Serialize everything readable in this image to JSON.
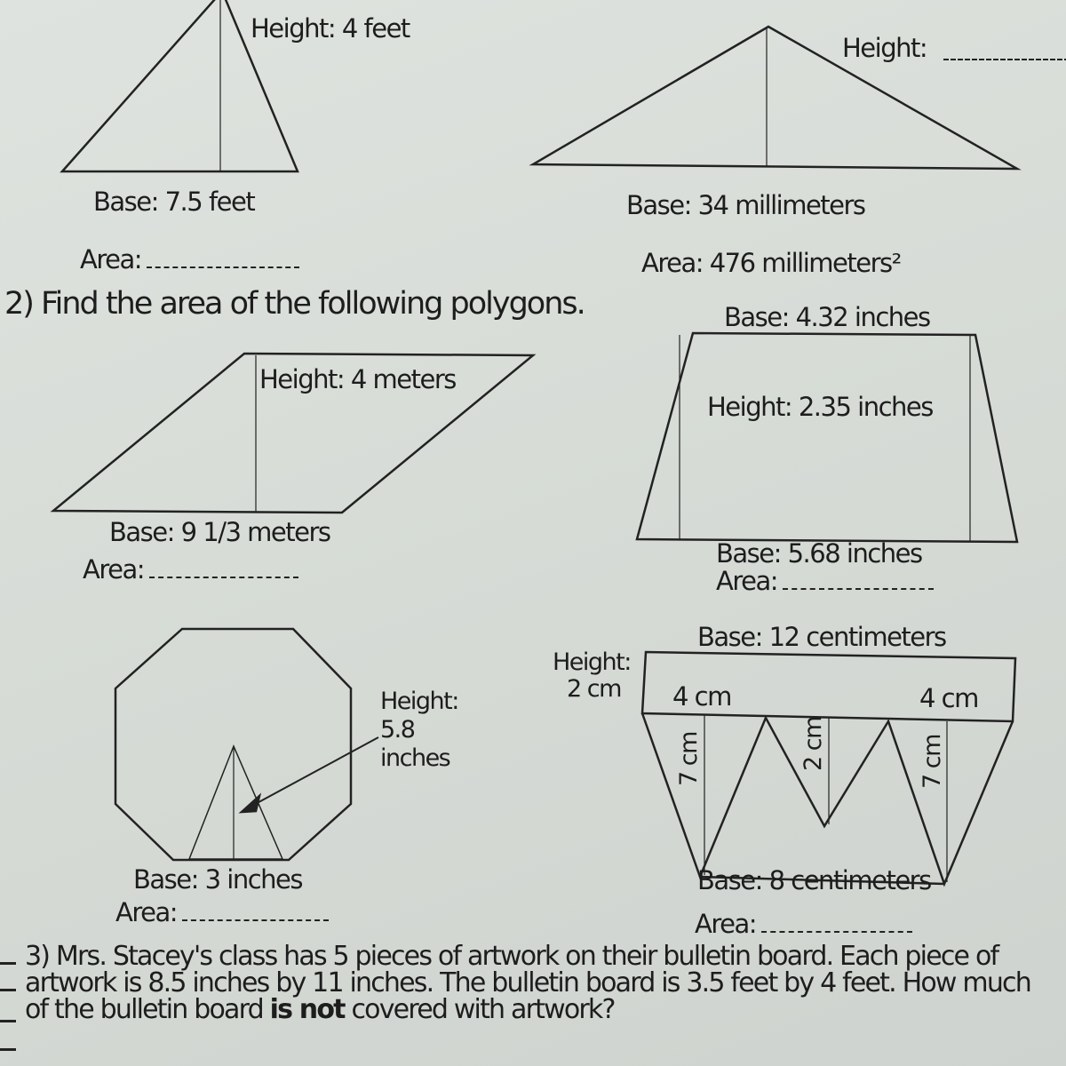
{
  "problem1": {
    "triangle_a": {
      "height": "Height: 4 feet",
      "base": "Base: 7.5 feet",
      "area": "Area:"
    },
    "triangle_b": {
      "height": "Height:",
      "base": "Base: 34 millimeters",
      "area": "Area: 476 millimeters²"
    }
  },
  "problem2": {
    "heading": "2) Find the area of the following polygons.",
    "parallelogram": {
      "height": "Height: 4 meters",
      "base": "Base: 9 1/3 meters",
      "area": "Area:"
    },
    "trapezoid": {
      "top_base": "Base: 4.32 inches",
      "height": "Height: 2.35 inches",
      "bottom_base": "Base: 5.68 inches",
      "area": "Area:"
    },
    "octagon": {
      "height_line1": "Height:",
      "height_line2": "5.8",
      "height_line3": "inches",
      "base": "Base: 3 inches",
      "area": "Area:"
    },
    "banner": {
      "top_base": "Base: 12 centimeters",
      "height_line1": "Height:",
      "height_line2": "2 cm",
      "left_width": "4 cm",
      "right_width": "4 cm",
      "left_height": "7 cm",
      "middle_height": "2 cm",
      "right_height": "7 cm",
      "bottom_base": "Base: 8 centimeters",
      "area": "Area:"
    }
  },
  "problem3": {
    "text_before_bold": "3) Mrs. Stacey's class has 5 pieces of artwork on their bulletin board. Each piece of artwork is 8.5 inches by 11 inches. The bulletin board is 3.5 feet by 4 feet. How much of the bulletin board ",
    "bold": "is not",
    "text_after_bold": " covered with artwork?"
  }
}
